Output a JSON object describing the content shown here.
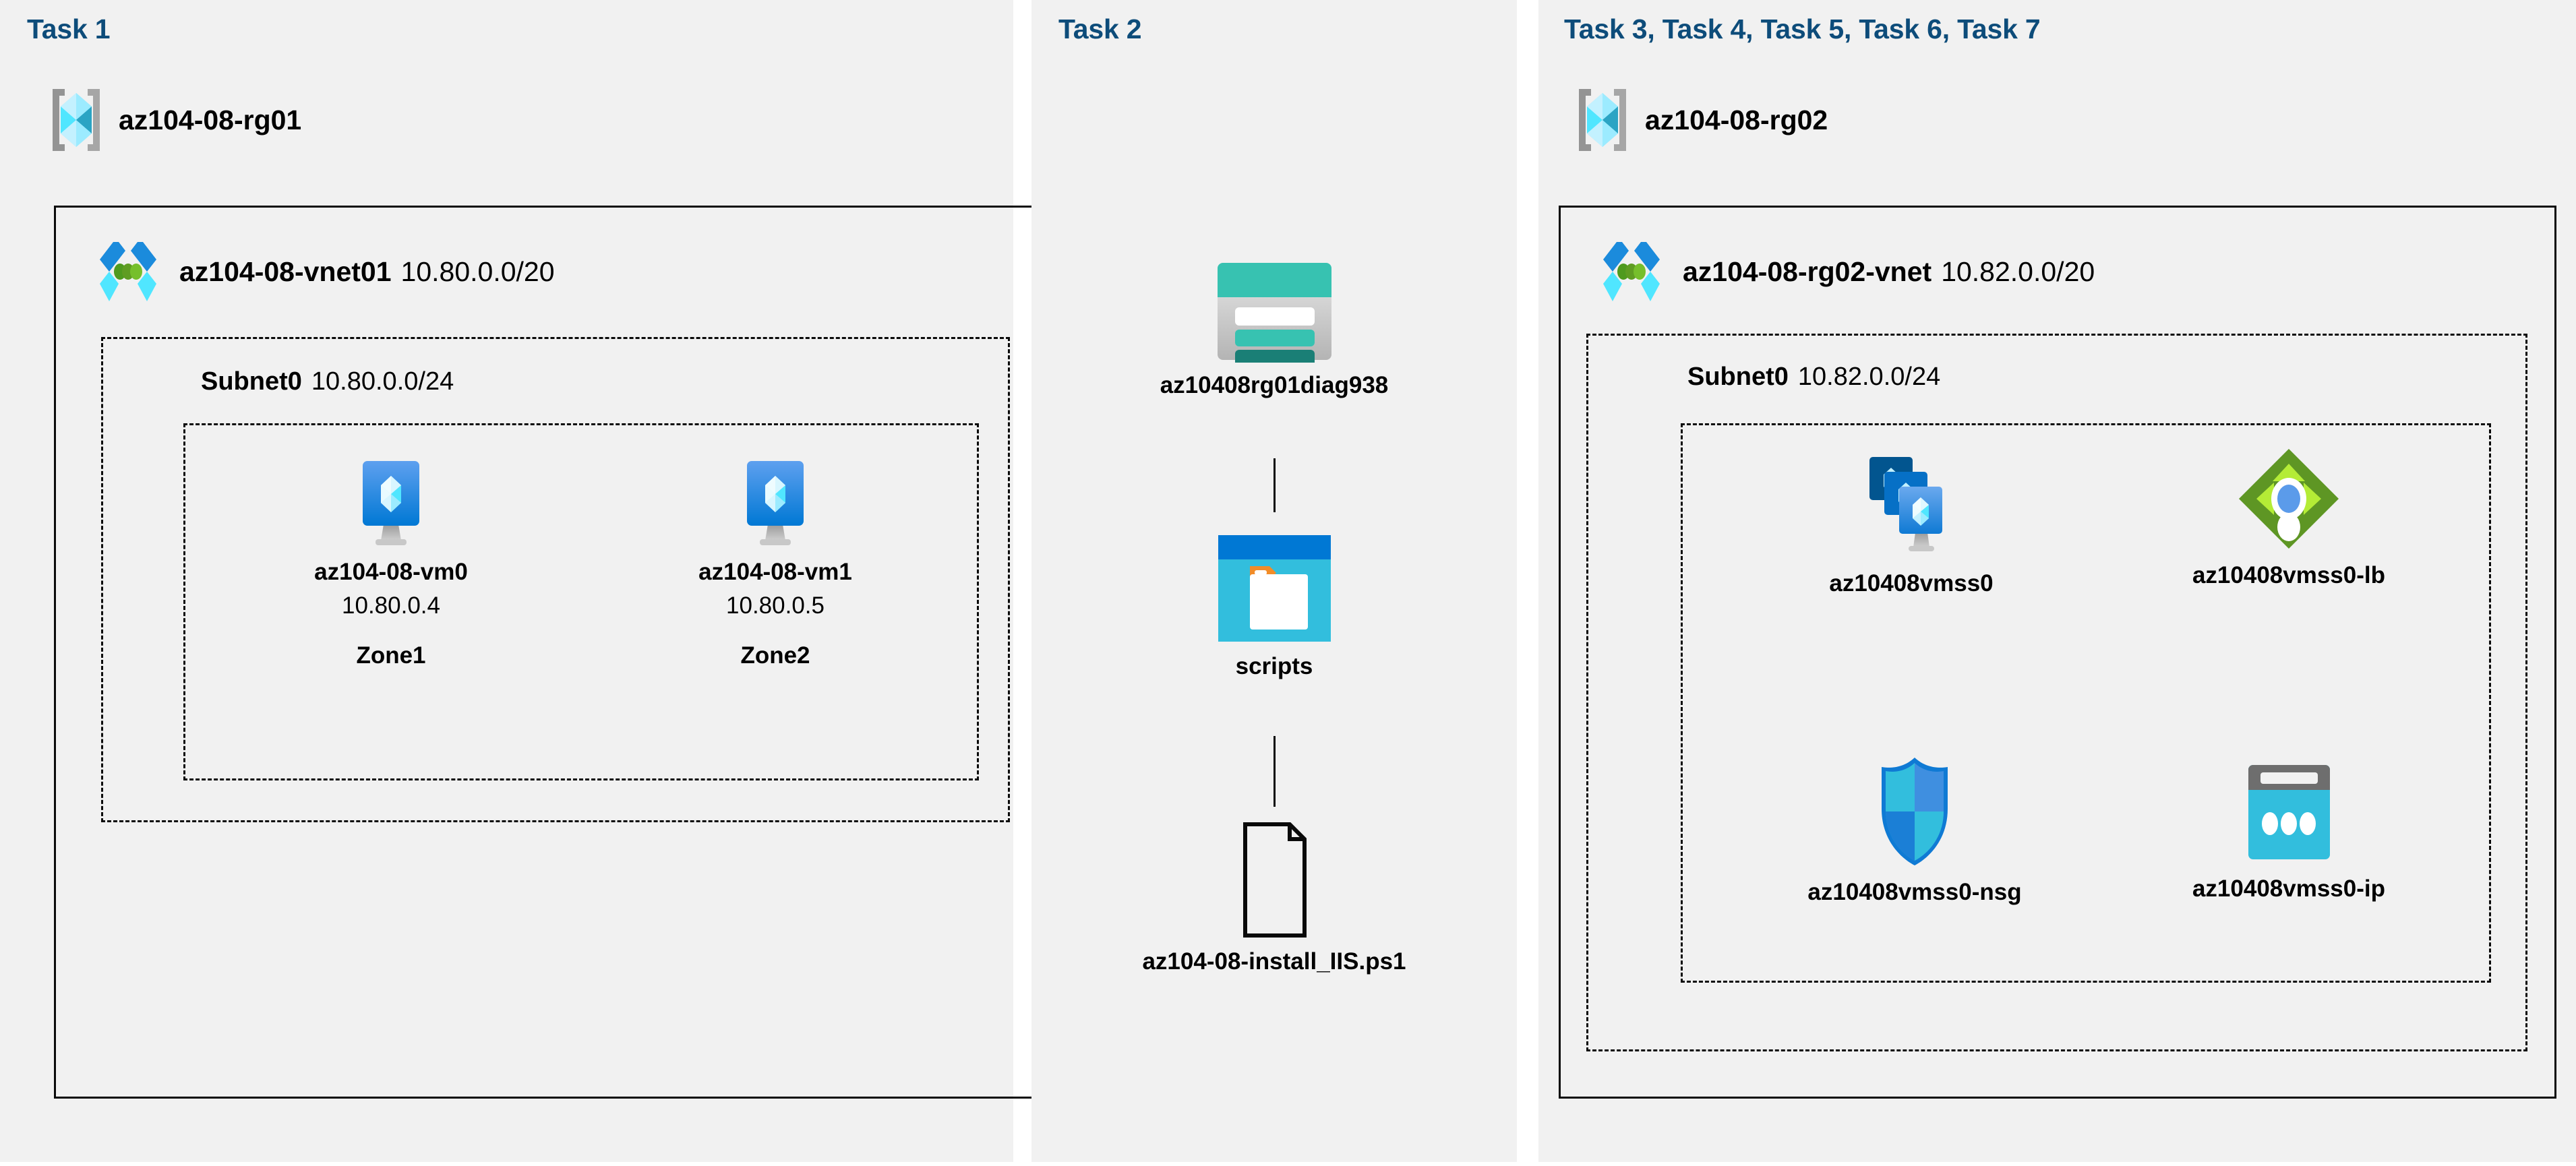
{
  "diagram": {
    "title": "Azure AZ-104 Lab 08 architecture",
    "background": "#ffffff",
    "panel_background": "#f1f1f1",
    "task_label_color": "#0d4c7a",
    "line_color": "#0a0a0a"
  },
  "panels": [
    {
      "id": "task1",
      "task_label": "Task 1",
      "resource_group": {
        "name": "az104-08-rg01",
        "icon": "resource-group-icon"
      },
      "vnet": {
        "name": "az104-08-vnet01",
        "cidr": "10.80.0.0/20",
        "icon": "virtual-network-icon"
      },
      "subnet": {
        "name": "Subnet0",
        "cidr": "10.80.0.0/24"
      },
      "vms": [
        {
          "name": "az104-08-vm0",
          "ip": "10.80.0.4",
          "zone": "Zone1",
          "icon": "virtual-machine-icon"
        },
        {
          "name": "az104-08-vm1",
          "ip": "10.80.0.5",
          "zone": "Zone2",
          "icon": "virtual-machine-icon"
        }
      ]
    },
    {
      "id": "task2",
      "task_label": "Task 2",
      "nodes": [
        {
          "name": "az10408rg01diag938",
          "icon": "storage-account-icon"
        },
        {
          "name": "scripts",
          "icon": "blob-container-icon"
        },
        {
          "name": "az104-08-install_IIS.ps1",
          "icon": "file-icon"
        }
      ]
    },
    {
      "id": "task3to7",
      "task_label": "Task 3, Task 4, Task 5, Task 6, Task 7",
      "resource_group": {
        "name": "az104-08-rg02",
        "icon": "resource-group-icon"
      },
      "vnet": {
        "name": "az104-08-rg02-vnet",
        "cidr": "10.82.0.0/20",
        "icon": "virtual-network-icon"
      },
      "subnet": {
        "name": "Subnet0",
        "cidr": "10.82.0.0/24"
      },
      "resources": [
        {
          "name": "az10408vmss0",
          "icon": "vm-scale-set-icon"
        },
        {
          "name": "az10408vmss0-lb",
          "icon": "load-balancer-icon"
        },
        {
          "name": "az10408vmss0-nsg",
          "icon": "network-security-group-icon"
        },
        {
          "name": "az10408vmss0-ip",
          "icon": "public-ip-address-icon"
        }
      ]
    }
  ],
  "colors": {
    "azure_blue": "#0078d4",
    "azure_cyan": "#32bedd",
    "azure_light_cyan": "#9cebff",
    "storage_teal": "#37c2b1",
    "storage_dark_teal": "#1a7f76",
    "lb_green": "#5e9624",
    "lb_light_green": "#b4ec36",
    "gray": "#949494",
    "task_navy": "#0d4c7a"
  }
}
